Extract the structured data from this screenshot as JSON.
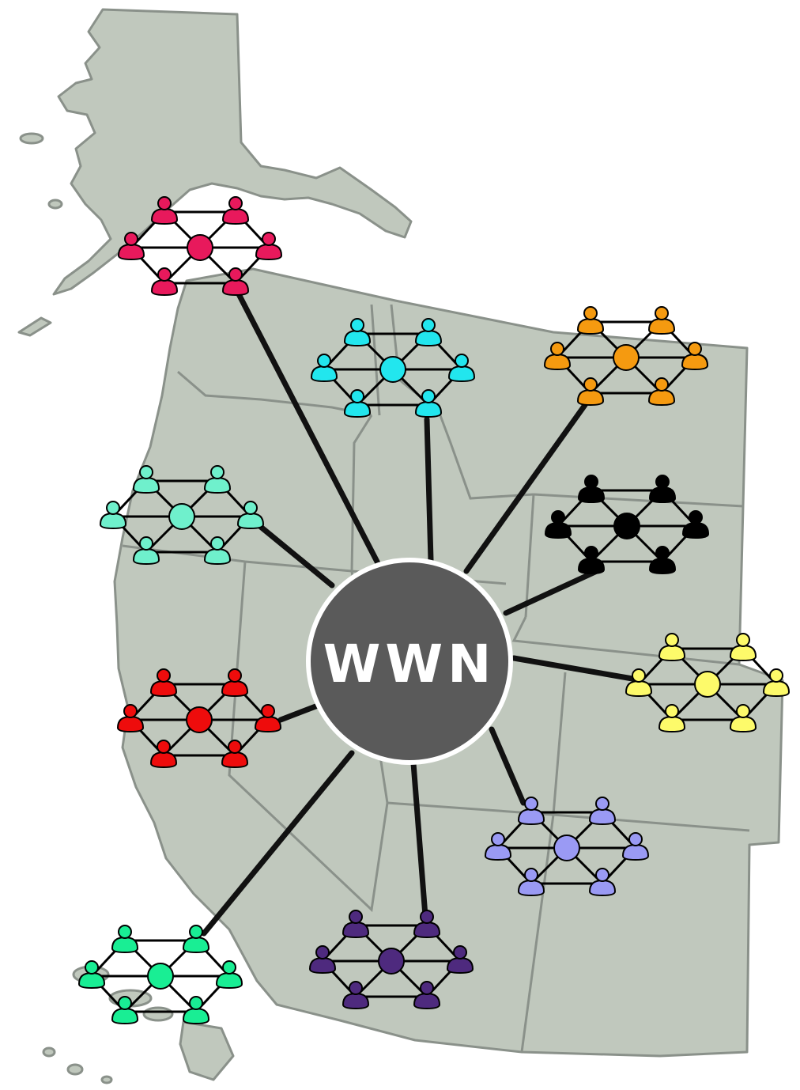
{
  "hub": {
    "label": "WWN",
    "fill": "#5a5a5a",
    "ring": "#ffffff",
    "text_color": "#ffffff"
  },
  "map": {
    "land_fill": "#c0c8bd",
    "border_color": "#8a918a"
  },
  "link_color": "#111111",
  "clusters": [
    {
      "id": "alaska",
      "color": "#e8195c"
    },
    {
      "id": "washington",
      "color": "#22e6ee"
    },
    {
      "id": "montana",
      "color": "#f59a10"
    },
    {
      "id": "oregon",
      "color": "#6ff0cc"
    },
    {
      "id": "wyoming",
      "color": "#000000"
    },
    {
      "id": "colorado",
      "color": "#fdfa6a"
    },
    {
      "id": "california",
      "color": "#ee0c0c"
    },
    {
      "id": "new-mexico",
      "color": "#9a9af4"
    },
    {
      "id": "hawaii",
      "color": "#19ee94"
    },
    {
      "id": "arizona",
      "color": "#4e2a7e"
    }
  ]
}
